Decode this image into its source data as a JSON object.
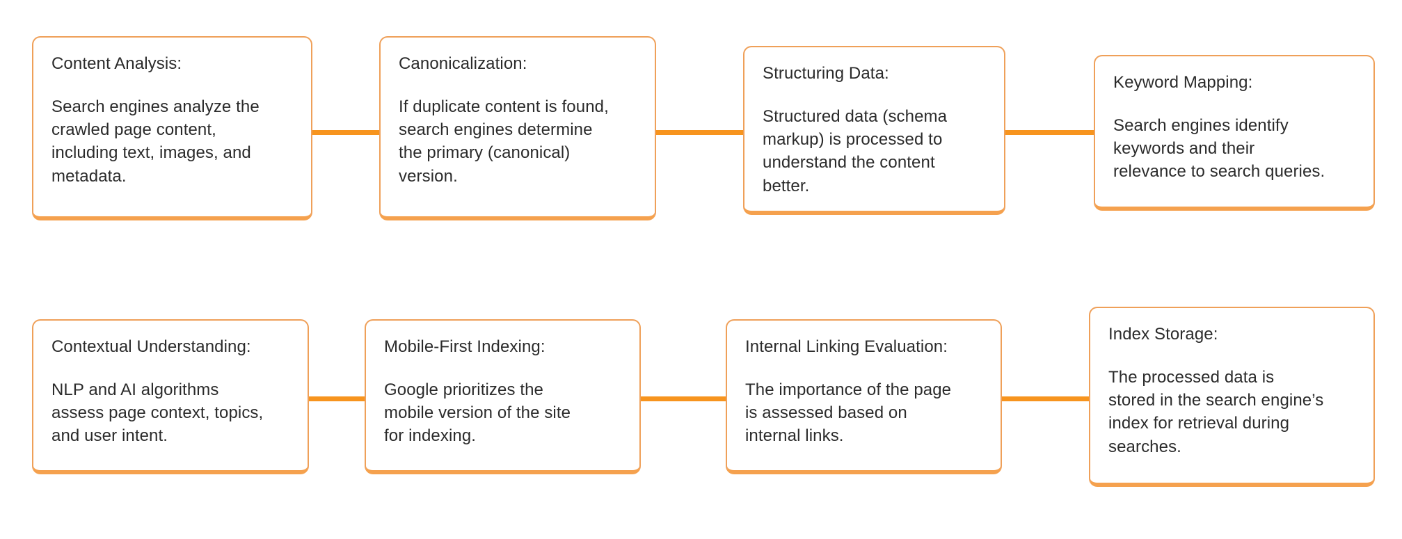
{
  "diagram": {
    "type": "flowchart",
    "orientation": "horizontal-two-rows",
    "accent_color": "#f7941e",
    "node_border_color": "#efa059",
    "node_fill_color": "#ffffff",
    "text_color": "#2b2b2b",
    "background_color": "#ffffff",
    "nodes": [
      {
        "id": "content-analysis",
        "title": "Content Analysis:",
        "body": "Search engines analyze the\ncrawled page content,\nincluding text, images, and\nmetadata.",
        "row": 1,
        "order": 1
      },
      {
        "id": "canonicalization",
        "title": "Canonicalization:",
        "body": "If duplicate content is found,\nsearch engines determine\nthe primary (canonical)\nversion.",
        "row": 1,
        "order": 2
      },
      {
        "id": "structuring-data",
        "title": "Structuring Data:",
        "body": "Structured data (schema\nmarkup) is processed to\nunderstand the content\nbetter.",
        "row": 1,
        "order": 3
      },
      {
        "id": "keyword-mapping",
        "title": "Keyword Mapping:",
        "body": "Search engines identify\nkeywords and their\nrelevance to search queries.",
        "row": 1,
        "order": 4
      },
      {
        "id": "contextual-understanding",
        "title": "Contextual Understanding:",
        "body": "NLP and AI algorithms\nassess page context, topics,\nand user intent.",
        "row": 2,
        "order": 1
      },
      {
        "id": "mobile-first-indexing",
        "title": "Mobile-First Indexing:",
        "body": "Google prioritizes the\nmobile version of the site\nfor indexing.",
        "row": 2,
        "order": 2
      },
      {
        "id": "internal-linking-evaluation",
        "title": "Internal Linking Evaluation:",
        "body": "The importance of the page\nis assessed based on\ninternal links.",
        "row": 2,
        "order": 3
      },
      {
        "id": "index-storage",
        "title": "Index Storage:",
        "body": "The processed data is\nstored in the search engine’s\nindex for retrieval during\nsearches.",
        "row": 2,
        "order": 4
      }
    ],
    "connectors": [
      {
        "id": "c1",
        "from": "content-analysis",
        "to": "canonicalization"
      },
      {
        "id": "c2",
        "from": "canonicalization",
        "to": "structuring-data"
      },
      {
        "id": "c3",
        "from": "structuring-data",
        "to": "keyword-mapping"
      },
      {
        "id": "c4",
        "from": "contextual-understanding",
        "to": "mobile-first-indexing"
      },
      {
        "id": "c5",
        "from": "mobile-first-indexing",
        "to": "internal-linking-evaluation"
      },
      {
        "id": "c6",
        "from": "internal-linking-evaluation",
        "to": "index-storage"
      }
    ]
  }
}
